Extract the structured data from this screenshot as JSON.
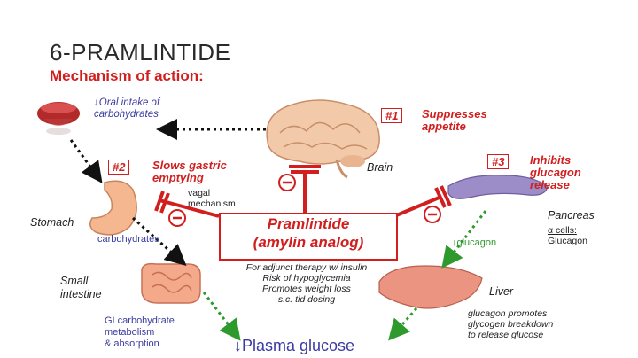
{
  "title": "6-PRAMLINTIDE",
  "subtitle": "Mechanism of action:",
  "oral_intake": {
    "line1": "↓Oral intake of",
    "line2": "carbohydrates"
  },
  "effect1": {
    "badge": "#1",
    "line1": "Suppresses",
    "line2": "appetite"
  },
  "effect2": {
    "badge": "#2",
    "line1": "Slows gastric",
    "line2": "emptying"
  },
  "effect3": {
    "badge": "#3",
    "line1": "Inhibits",
    "line2": "glucagon",
    "line3": "release"
  },
  "vagal": {
    "line1": "vagal",
    "line2": "mechanism"
  },
  "brain_label": "Brain",
  "stomach_label": "Stomach",
  "pancreas_label": "Pancreas",
  "alpha_cells": {
    "line1": "α cells:",
    "line2": "Glucagon"
  },
  "liver_label": "Liver",
  "small_intestine": {
    "line1": "Small",
    "line2": "intestine"
  },
  "carbohydrates_label": "carbohydrates",
  "glucagon_label": "↓glucagon",
  "drug": {
    "line1": "Pramlintide",
    "line2": "(amylin analog)"
  },
  "notes": [
    "For adjunct therapy w/ insulin",
    "Risk of hypoglycemia",
    "Promotes weight loss",
    "s.c. tid dosing"
  ],
  "gi_metabolism": {
    "line1": "GI carbohydrate",
    "line2": "metabolism",
    "line3": "& absorption"
  },
  "liver_note": {
    "line1": "glucagon promotes",
    "line2": "glycogen breakdown",
    "line3": "to release glucose"
  },
  "plasma_glucose": "↓Plasma glucose",
  "inhibit_symbol": "−",
  "icons": [
    "glass-of-liquid-icon",
    "brain-icon",
    "stomach-icon",
    "pancreas-icon",
    "small-intestine-icon",
    "liver-icon"
  ],
  "colors": {
    "red": "#d11f1f",
    "blue": "#3a3aa0",
    "green": "#2e9a2e",
    "dark": "#222222"
  }
}
